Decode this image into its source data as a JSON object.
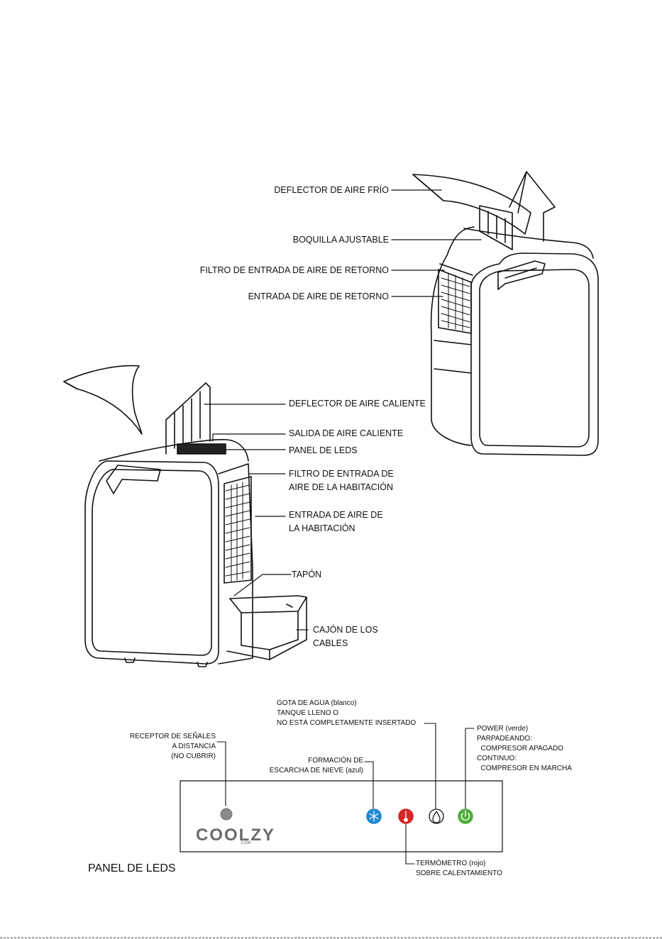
{
  "callouts_top": {
    "deflector_frio": "DEFLECTOR DE AIRE FRÍO",
    "boquilla": "BOQUILLA AJUSTABLE",
    "filtro_retorno": "FILTRO DE ENTRADA DE AIRE DE RETORNO",
    "entrada_retorno": "ENTRADA DE AIRE DE RETORNO"
  },
  "callouts_front": {
    "deflector_caliente": "DEFLECTOR DE AIRE CALIENTE",
    "salida_caliente": "SALIDA DE AIRE CALIENTE",
    "panel_leds": "PANEL DE LEDS",
    "filtro_habitacion_1": "FILTRO DE ENTRADA DE",
    "filtro_habitacion_2": "AIRE DE LA HABITACIÓN",
    "entrada_habitacion_1": "ENTRADA DE AIRE DE",
    "entrada_habitacion_2": "LA HABITACIÓN",
    "tapon": "TAPÓN",
    "cajon_1": "CAJÓN DE LOS",
    "cajon_2": "CABLES"
  },
  "led_panel": {
    "title": "PANEL DE LEDS",
    "brand": "COOLZY",
    "brand_sub": ".COM",
    "receptor": [
      "RECEPTOR DE SEÑALES",
      "A DISTANCIA",
      "(NO CUBRIR)"
    ],
    "escarcha": [
      "FORMACIÓN DE",
      "ESCARCHA DE NIEVE (azul)"
    ],
    "gota": [
      "GOTA DE AGUA (blanco)",
      "TANQUE LLENO O",
      "NO ESTÁ COMPLETAMENTE INSERTADO"
    ],
    "power": [
      "POWER (verde)",
      "PARPADEANDO:",
      "  COMPRESOR APAGADO",
      "CONTINUO:",
      "  COMPRESOR EN MARCHA"
    ],
    "termometro": [
      "TERMÓMETRO (rojo)",
      "SOBRE CALENTAMIENTO"
    ],
    "colors": {
      "snow": "#1e88d2",
      "thermo": "#d62828",
      "drop": "#ffffff",
      "power": "#4caf3a",
      "receptor": "#8a8a8a"
    },
    "icons": [
      "snowflake-icon",
      "thermometer-icon",
      "water-drop-icon",
      "power-icon"
    ]
  }
}
